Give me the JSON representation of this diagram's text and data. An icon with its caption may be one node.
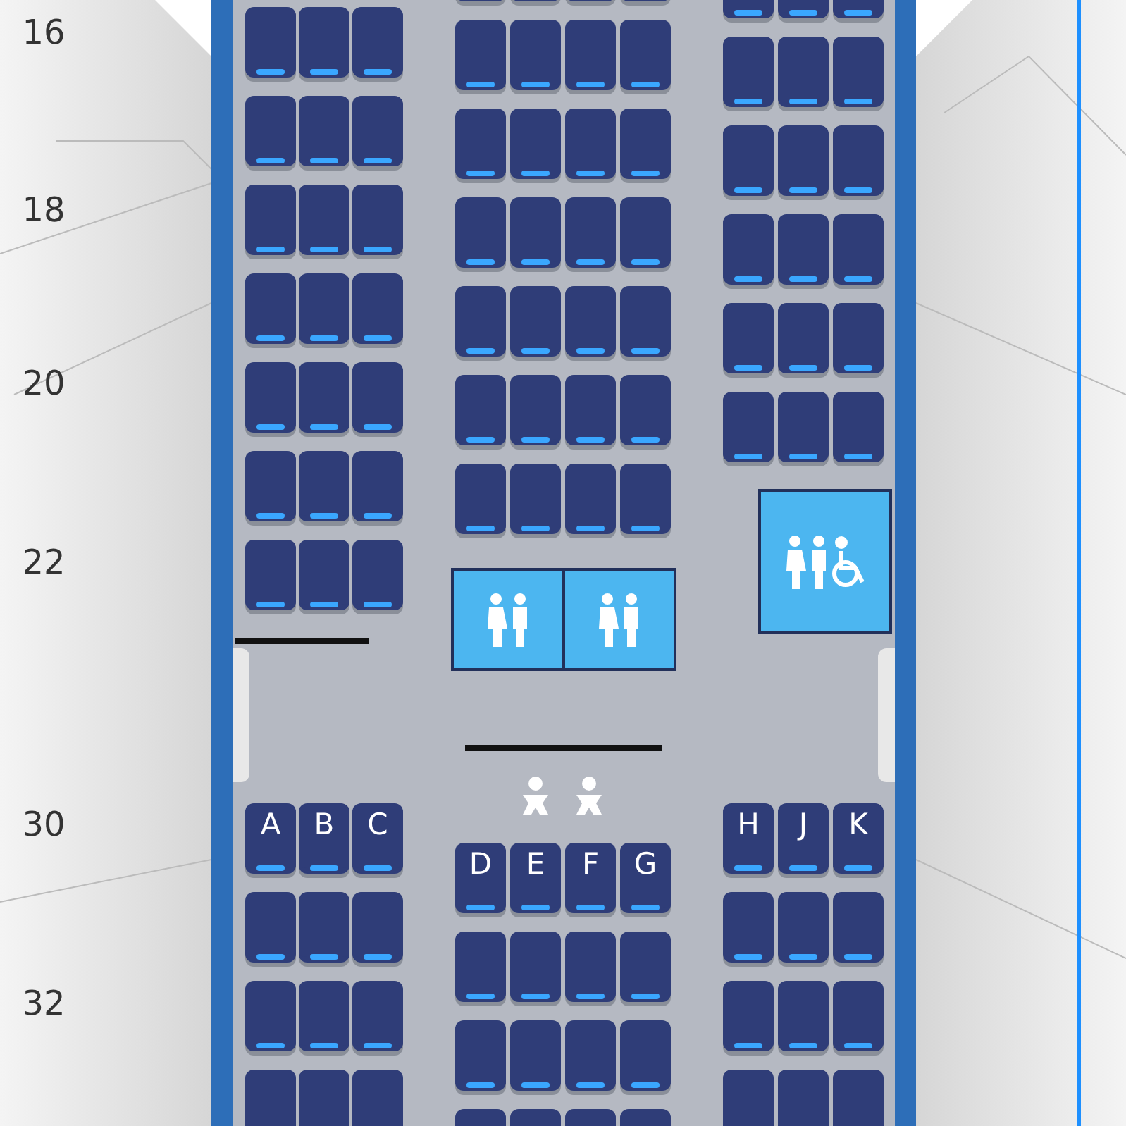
{
  "diagram": {
    "labels": [
      "16",
      "18",
      "20",
      "22",
      "30",
      "A",
      "B",
      "C",
      "H",
      "J",
      "K",
      "D",
      "E",
      "F",
      "G",
      "32"
    ]
  }
}
